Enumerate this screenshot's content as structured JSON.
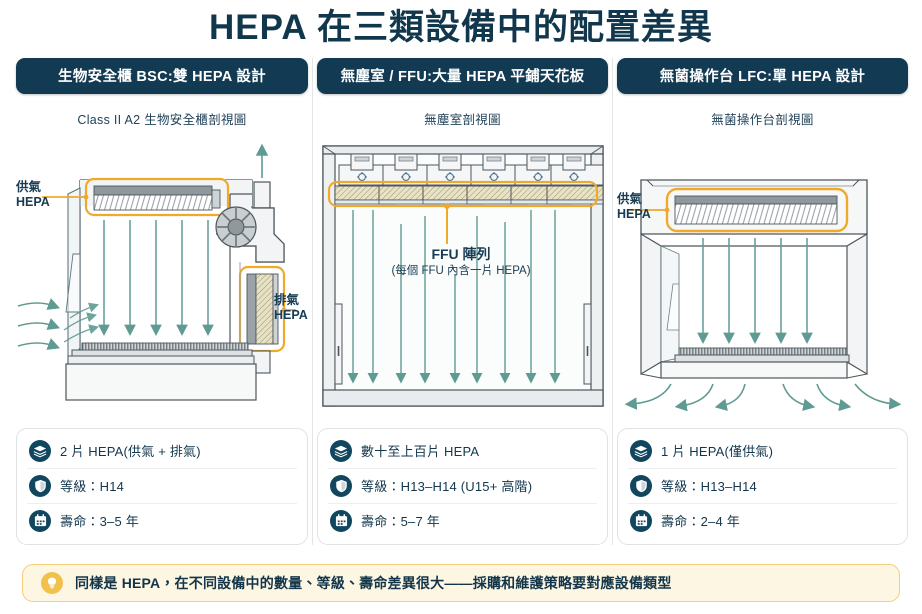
{
  "title": "HEPA 在三類設備中的配置差異",
  "columns": [
    {
      "chip": "生物安全櫃  BSC:雙 HEPA 設計",
      "subtitle": "Class II A2 生物安全櫃剖視圖",
      "callouts": [
        {
          "name": "supply-hepa",
          "line1": "供氣",
          "line2": "HEPA"
        },
        {
          "name": "exhaust-hepa",
          "line1": "排氣",
          "line2": "HEPA"
        }
      ],
      "specs": [
        {
          "icon": "layers-icon",
          "text": "2 片 HEPA(供氣 + 排氣)"
        },
        {
          "icon": "shield-icon",
          "text": "等級：H14"
        },
        {
          "icon": "calendar-icon",
          "text": "壽命：3–5 年"
        }
      ]
    },
    {
      "chip": "無塵室 / FFU:大量 HEPA 平鋪天花板",
      "subtitle": "無塵室剖視圖",
      "callouts": [
        {
          "name": "ffu-array",
          "line1": "FFU 陣列",
          "line2": "(每個 FFU 內含一片 HEPA)"
        }
      ],
      "specs": [
        {
          "icon": "layers-icon",
          "text": "數十至上百片 HEPA"
        },
        {
          "icon": "shield-icon",
          "text": "等級：H13–H14 (U15+ 高階)"
        },
        {
          "icon": "calendar-icon",
          "text": "壽命：5–7 年"
        }
      ]
    },
    {
      "chip": "無菌操作台  LFC:單 HEPA 設計",
      "subtitle": "無菌操作台剖視圖",
      "callouts": [
        {
          "name": "supply-hepa",
          "line1": "供氣",
          "line2": "HEPA"
        }
      ],
      "specs": [
        {
          "icon": "layers-icon",
          "text": "1 片 HEPA(僅供氣)"
        },
        {
          "icon": "shield-icon",
          "text": "等級：H13–H14"
        },
        {
          "icon": "calendar-icon",
          "text": "壽命：2–4 年"
        }
      ]
    }
  ],
  "footer": {
    "icon": "lightbulb-icon",
    "text": "同樣是 HEPA，在不同設備中的數量、等級、壽命差異很大——採購和維護策略要對應設備類型"
  },
  "colors": {
    "navy": "#11374c",
    "chip_bg": "#123a52",
    "accent_orange": "#f0a92b",
    "airflow_teal": "#5f9b92",
    "footer_bg": "#fdf6e3",
    "footer_border": "#f0cf76",
    "bulb": "#f2c14b",
    "filter_fill": "#ece6c8",
    "body_grey": "#f2f4f5"
  }
}
